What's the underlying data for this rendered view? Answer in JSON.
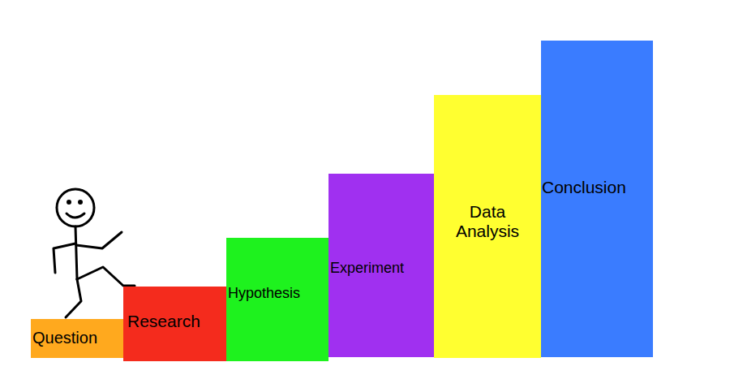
{
  "diagram": {
    "nodes": [
      {
        "text": [
          "Question"
        ]
      },
      {
        "text": [
          "Research"
        ]
      },
      {
        "text": [
          "Hypothesis"
        ]
      },
      {
        "text": [
          "Experiment"
        ]
      },
      {
        "text": [
          "Data Analysis"
        ]
      },
      {
        "text": [
          "Conclusion"
        ]
      }
    ]
  }
}
